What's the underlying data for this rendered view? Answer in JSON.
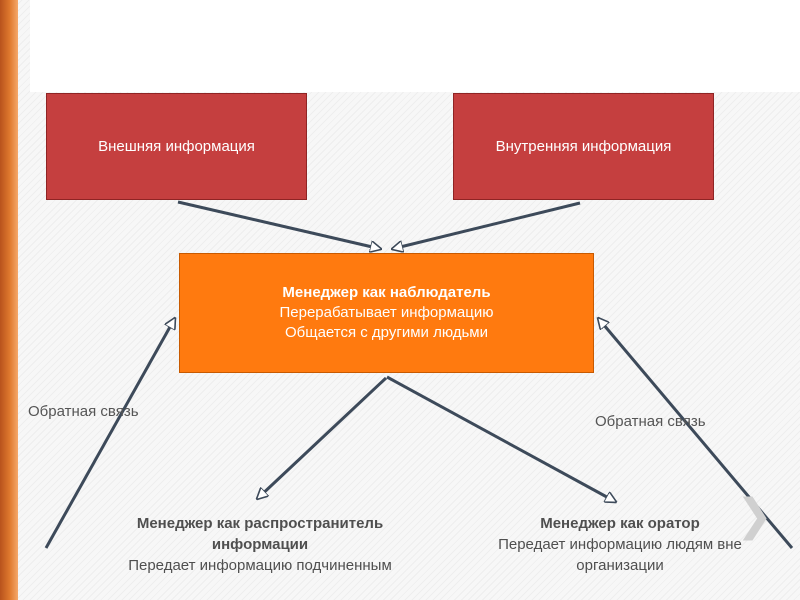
{
  "boxes": {
    "external": "Внешняя информация",
    "internal": "Внутренняя информация",
    "manager": {
      "title": "Менеджер как наблюдатель",
      "line1": "Перерабатывает информацию",
      "line2": "Общается с другими людьми"
    }
  },
  "feedback": {
    "left": "Обратная связь",
    "right": "Обратная связь"
  },
  "roles": {
    "distributor": {
      "title_line1": "Менеджер как распространитель",
      "title_line2": "информации",
      "desc": "Передает информацию подчиненным"
    },
    "orator": {
      "title": "Менеджер как оратор",
      "desc_line1": "Передает информацию людям вне",
      "desc_line2": "организации"
    }
  },
  "colors": {
    "red_box": "#c53f3f",
    "orange_box": "#ff7a0f",
    "arrow": "#3d4a5a",
    "accent": "#e07a2f"
  },
  "icons": {
    "next": "chevron-right-icon"
  }
}
